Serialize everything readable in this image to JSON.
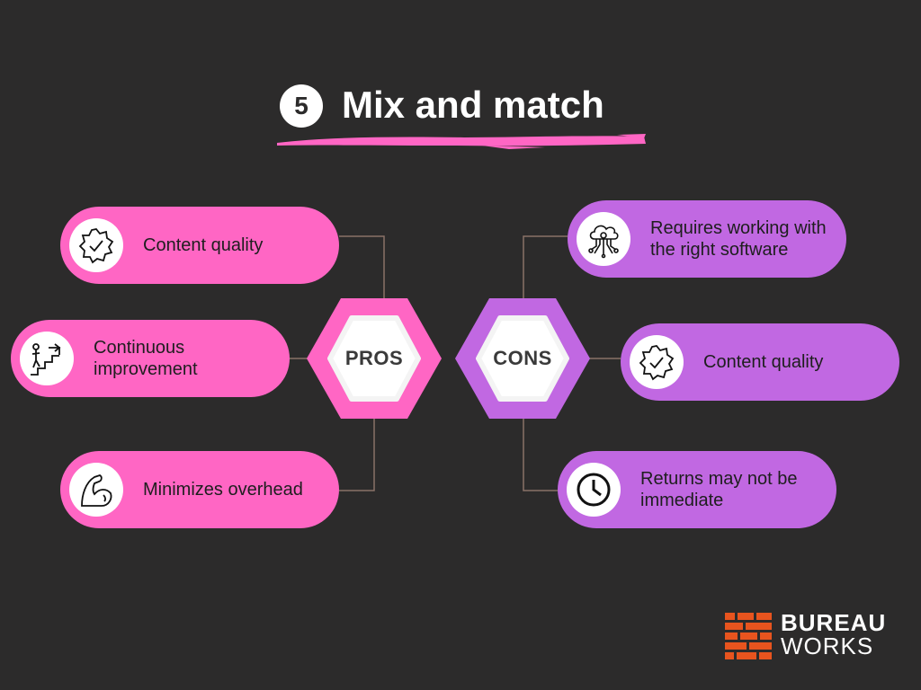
{
  "title": {
    "step": "5",
    "text": "Mix and match"
  },
  "colors": {
    "background": "#2c2b2b",
    "pros": "#ff66c4",
    "cons": "#c168e2",
    "brush": "#ff66c4",
    "logo": "#e8541e"
  },
  "pros": {
    "label": "PROS",
    "items": [
      {
        "label": "Content quality",
        "icon": "quality-badge-icon"
      },
      {
        "label": "Continuous improvement",
        "icon": "stairs-climber-icon"
      },
      {
        "label": "Minimizes overhead",
        "icon": "flexed-arm-icon"
      }
    ]
  },
  "cons": {
    "label": "CONS",
    "items": [
      {
        "label": "Requires working with the right software",
        "icon": "cloud-network-icon"
      },
      {
        "label": "Content quality",
        "icon": "quality-badge-icon"
      },
      {
        "label": "Returns may not be immediate",
        "icon": "clock-icon"
      }
    ]
  },
  "logo": {
    "line1": "BUREAU",
    "line2": "WORKS"
  }
}
